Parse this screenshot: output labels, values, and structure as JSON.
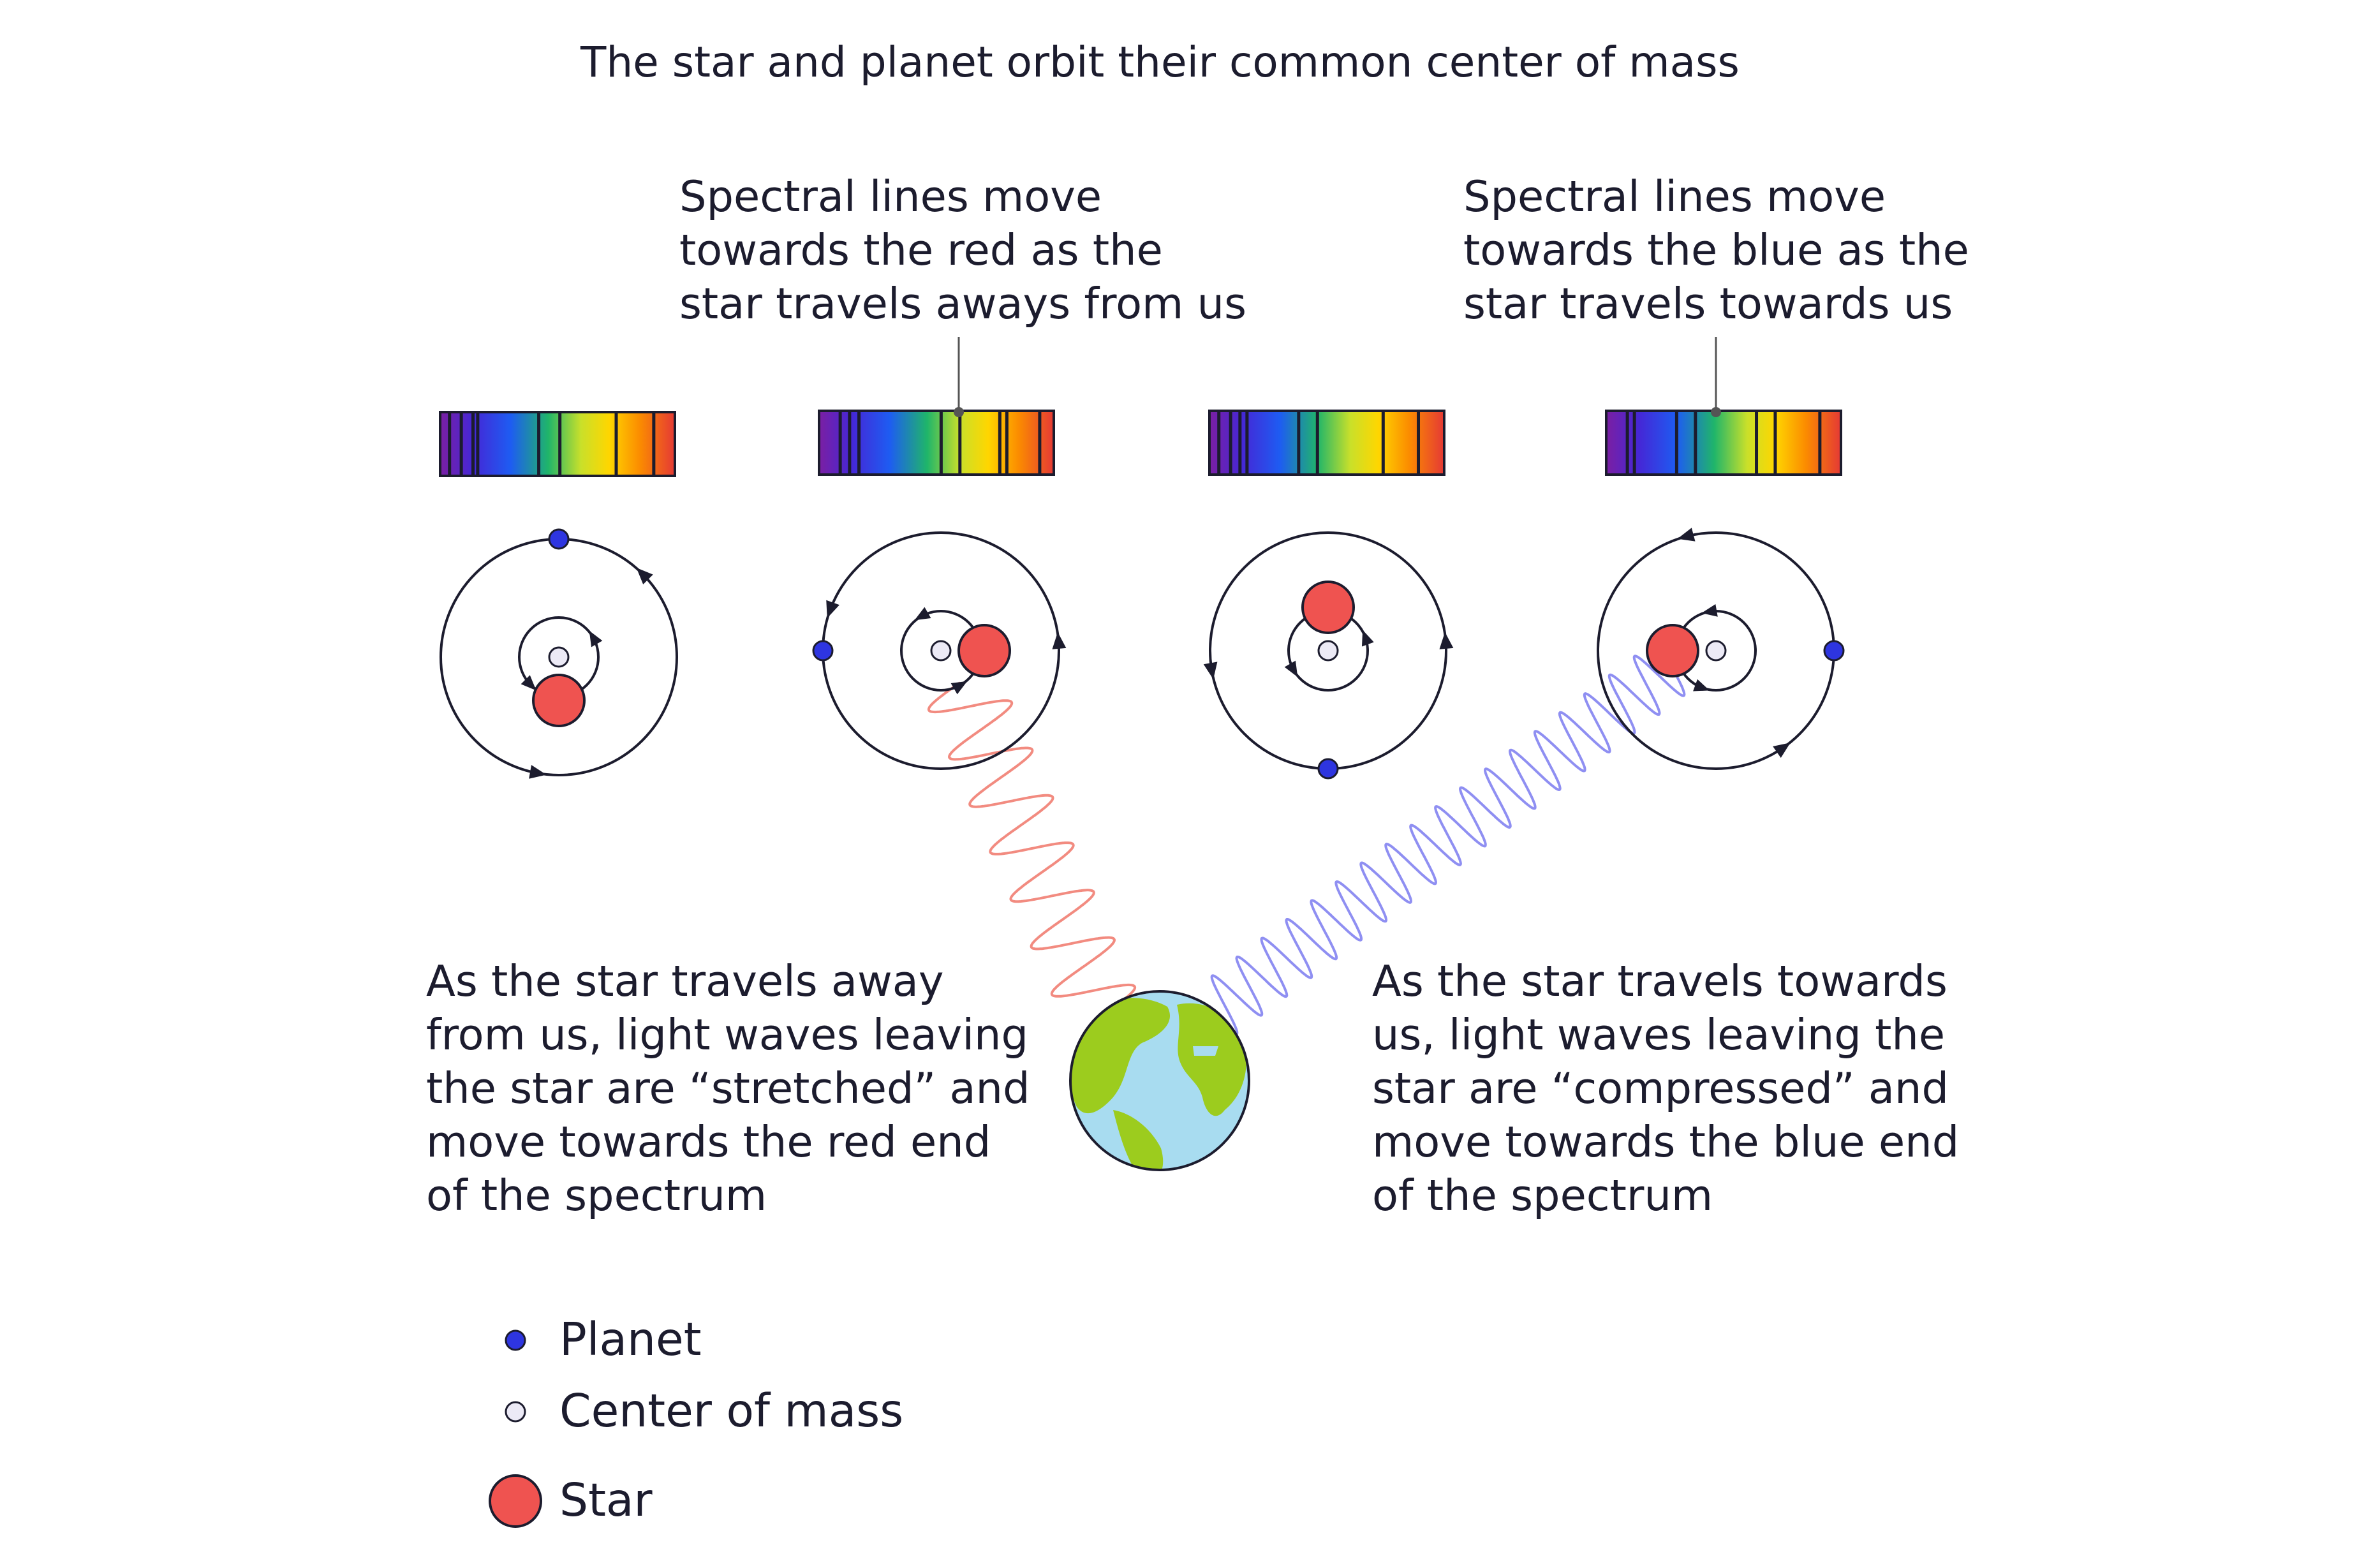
{
  "title": "The star and planet orbit their common center of mass",
  "callouts": {
    "redshift": "Spectral lines move\ntowards the red as the\nstar travels aways from us",
    "blueshift": "Spectral lines move\ntowards the blue as the\nstar travels towards us"
  },
  "descriptions": {
    "away": "As the star travels away\nfrom us, light waves leaving\nthe star are “stretched” and\nmove towards the red end\nof the spectrum",
    "towards": "As the star travels towards\nus, light waves leaving the\nstar are “compressed” and\nmove towards the blue end\nof the spectrum"
  },
  "legend": {
    "planet": "Planet",
    "center_of_mass": "Center of mass",
    "star": "Star"
  },
  "colors": {
    "star": "#ef5350",
    "planet": "#2e35e0",
    "center_of_mass": "#eceaf6",
    "outline": "#1c1c2e",
    "red_wave": "#f28b80",
    "blue_wave": "#8f8ff2",
    "earth_ocean": "#a8dcf0",
    "earth_land": "#9ccc1e"
  },
  "icons": {
    "earth": "earth-icon",
    "spectrum": "spectrum-bar"
  }
}
